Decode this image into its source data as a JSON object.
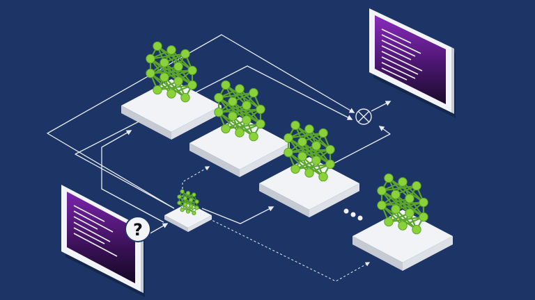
{
  "scene": {
    "background": "#1d3566",
    "colors": {
      "connector": "#e8edf5",
      "node_fill": "#8ad13a",
      "node_edge": "#5aa52a",
      "platform_top": "#f1f3f6",
      "platform_side": "#c5cad3",
      "screen_frame": "#f3f4f7",
      "screen_purple_top": "#8a2bbd",
      "screen_purple_bottom": "#1a0a2a"
    },
    "question_badge": {
      "text": "?",
      "icon": "question-mark-icon"
    },
    "ellipsis_icon": "ellipsis-dots-icon",
    "combiner_icon": "circle-cross-icon",
    "networks": [
      {
        "id": "expert-1",
        "kind": "neural-network-icon"
      },
      {
        "id": "expert-2",
        "kind": "neural-network-icon"
      },
      {
        "id": "expert-3",
        "kind": "neural-network-icon"
      },
      {
        "id": "expert-4",
        "kind": "neural-network-icon"
      },
      {
        "id": "router",
        "kind": "neural-network-icon"
      }
    ]
  }
}
